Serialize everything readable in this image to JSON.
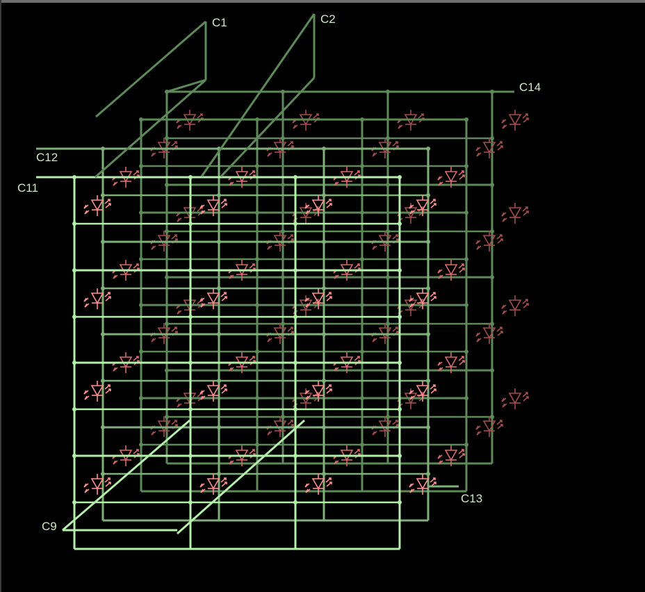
{
  "labels": {
    "c1": "C1",
    "c2": "C2",
    "c9": "C9",
    "c11": "C11",
    "c12": "C12",
    "c13": "C13",
    "c14": "C14"
  },
  "colors": {
    "background": "#000000",
    "wire_front": "#b4eeab",
    "wire_mid": "#7fb07a",
    "wire_back": "#5e8a5a",
    "led_front": "#ff8f8f",
    "led_mid": "#d86b6b",
    "led_back": "#a34e4e",
    "label": "#cfe8c2"
  },
  "cube": {
    "layers": 4,
    "columns_per_layer": 4,
    "rows_per_layer": 4
  }
}
